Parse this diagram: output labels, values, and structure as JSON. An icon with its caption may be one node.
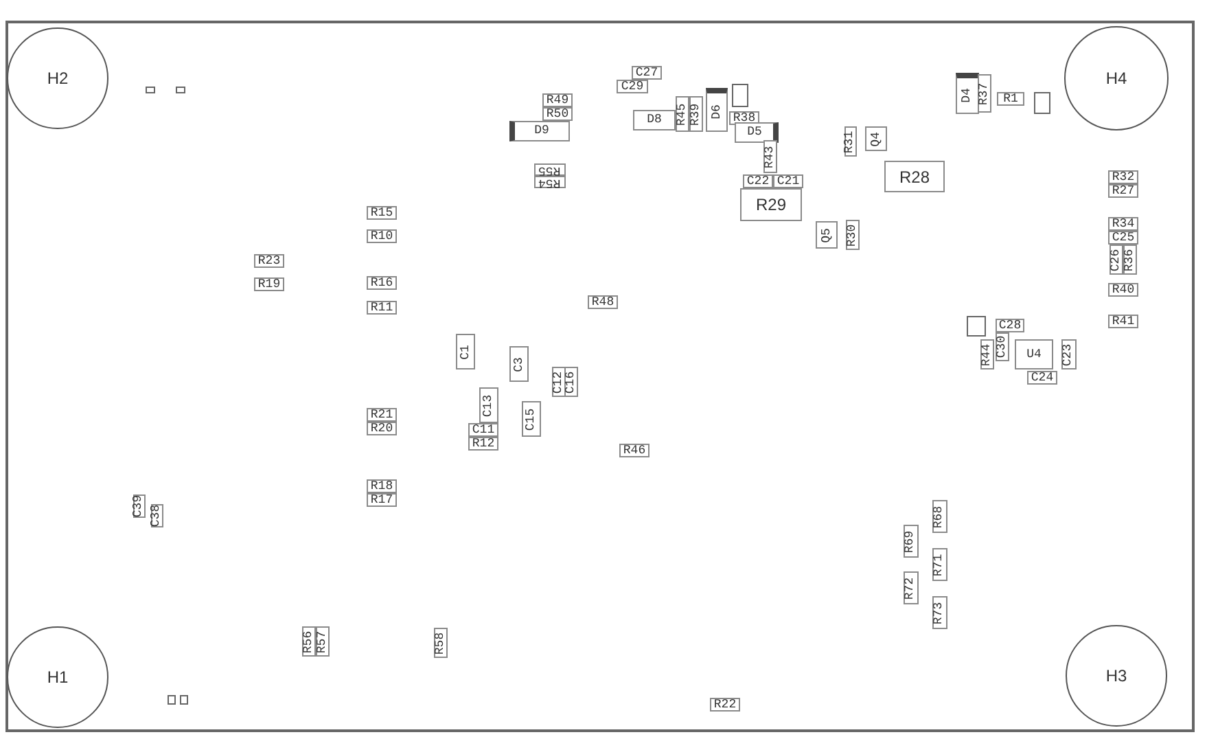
{
  "diagram": {
    "nodes": [
      {
        "text": [
          "H2"
        ]
      },
      {
        "text": [],
        "shape": "box"
      },
      {
        "text": [],
        "shape": "box"
      },
      {
        "text": [
          "C27"
        ]
      },
      {
        "text": [
          "C29"
        ]
      },
      {
        "text": [],
        "shape": "box"
      },
      {
        "text": [
          "H4"
        ]
      },
      {
        "text": [
          "D4"
        ]
      },
      {
        "text": [
          "R37"
        ]
      },
      {
        "text": [
          "R1"
        ]
      },
      {
        "text": [],
        "shape": "box"
      },
      {
        "text": [
          "R49"
        ]
      },
      {
        "text": [
          "R50"
        ]
      },
      {
        "text": [
          "D8"
        ]
      },
      {
        "text": [
          "R45"
        ]
      },
      {
        "text": [
          "R39"
        ]
      },
      {
        "text": [
          "D6"
        ]
      },
      {
        "text": [
          "R38"
        ]
      },
      {
        "text": [
          "D9"
        ]
      },
      {
        "text": [
          "D5"
        ]
      },
      {
        "text": [
          "R31"
        ]
      },
      {
        "text": [
          "Q4"
        ]
      },
      {
        "text": [
          "R43"
        ]
      },
      {
        "text": [
          "R55"
        ]
      },
      {
        "text": [
          "R54"
        ]
      },
      {
        "text": [
          "R28"
        ]
      },
      {
        "text": [
          "R32"
        ]
      },
      {
        "text": [
          "R27"
        ]
      },
      {
        "text": [
          "C22"
        ]
      },
      {
        "text": [
          "C21"
        ]
      },
      {
        "text": [
          "R29"
        ]
      },
      {
        "text": [
          "R15"
        ]
      },
      {
        "text": [
          "R34"
        ]
      },
      {
        "text": [
          "R30"
        ]
      },
      {
        "text": [
          "Q5"
        ]
      },
      {
        "text": [
          "C25"
        ]
      },
      {
        "text": [
          "R10"
        ]
      },
      {
        "text": [
          "C26"
        ]
      },
      {
        "text": [
          "R36"
        ]
      },
      {
        "text": [
          "R23"
        ]
      },
      {
        "text": [
          "R19"
        ]
      },
      {
        "text": [
          "R16"
        ]
      },
      {
        "text": [
          "R40"
        ]
      },
      {
        "text": [
          "R48"
        ]
      },
      {
        "text": [
          "R11"
        ]
      },
      {
        "text": [
          "R41"
        ]
      },
      {
        "text": [],
        "shape": "box"
      },
      {
        "text": [
          "C28"
        ]
      },
      {
        "text": [
          "C1"
        ]
      },
      {
        "text": [
          "R44"
        ]
      },
      {
        "text": [
          "C30"
        ]
      },
      {
        "text": [
          "U4"
        ]
      },
      {
        "text": [
          "C23"
        ]
      },
      {
        "text": [
          "C3"
        ]
      },
      {
        "text": [
          "C12"
        ]
      },
      {
        "text": [
          "C16"
        ]
      },
      {
        "text": [
          "C24"
        ]
      },
      {
        "text": [
          "C13"
        ]
      },
      {
        "text": [
          "C15"
        ]
      },
      {
        "text": [
          "R21"
        ]
      },
      {
        "text": [
          "R20"
        ]
      },
      {
        "text": [
          "C11"
        ]
      },
      {
        "text": [
          "R12"
        ]
      },
      {
        "text": [
          "R46"
        ]
      },
      {
        "text": [
          "R18"
        ]
      },
      {
        "text": [
          "R17"
        ]
      },
      {
        "text": [
          "C39"
        ]
      },
      {
        "text": [
          "R68"
        ]
      },
      {
        "text": [
          "C38"
        ]
      },
      {
        "text": [
          "R69"
        ]
      },
      {
        "text": [
          "R71"
        ]
      },
      {
        "text": [
          "R72"
        ]
      },
      {
        "text": [
          "R73"
        ]
      },
      {
        "text": [
          "R56"
        ]
      },
      {
        "text": [
          "R57"
        ]
      },
      {
        "text": [
          "R58"
        ]
      },
      {
        "text": [
          "H1"
        ]
      },
      {
        "text": [
          "H3"
        ]
      },
      {
        "text": [],
        "shape": "box"
      },
      {
        "text": [],
        "shape": "box"
      },
      {
        "text": [
          "R22"
        ]
      }
    ]
  }
}
